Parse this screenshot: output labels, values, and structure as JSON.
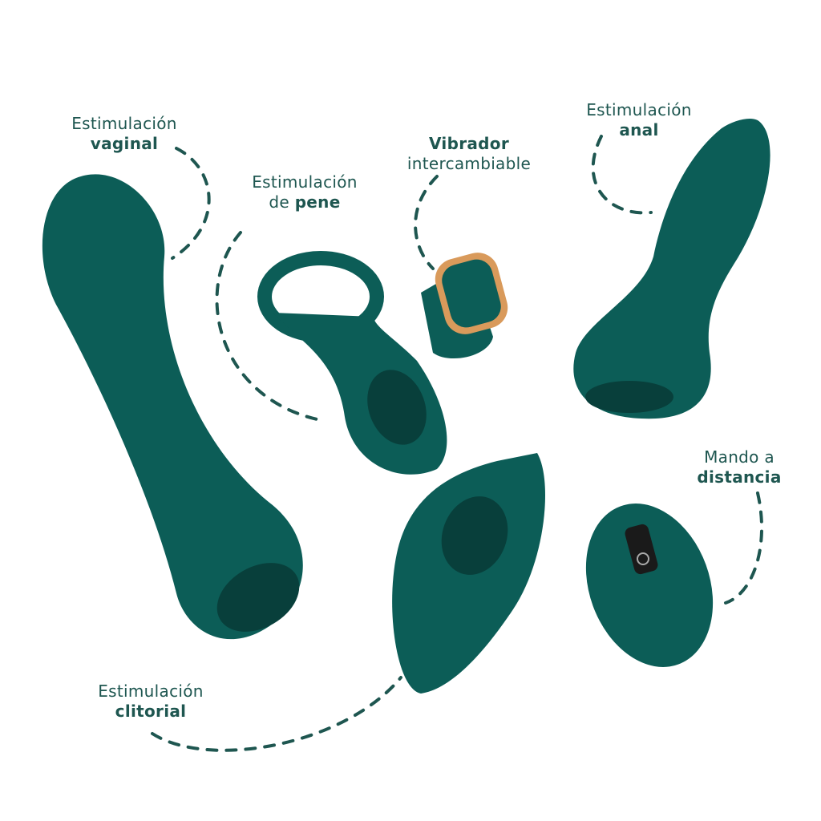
{
  "colors": {
    "product": "#0c5d57",
    "product_shadow": "#083f3b",
    "text": "#1e5650",
    "gold": "#d99a5b"
  },
  "labels": {
    "vaginal": {
      "line1": "Estimulación",
      "line2": "vaginal"
    },
    "pene": {
      "line1": "Estimulación",
      "line2_prefix": "de ",
      "line2": "pene"
    },
    "vibrador": {
      "line1": "Vibrador",
      "line2": "intercambiable"
    },
    "anal": {
      "line1": "Estimulación",
      "line2": "anal"
    },
    "mando": {
      "line1": "Mando a",
      "line2": "distancia"
    },
    "clitorial": {
      "line1": "Estimulación",
      "line2": "clitorial"
    }
  }
}
